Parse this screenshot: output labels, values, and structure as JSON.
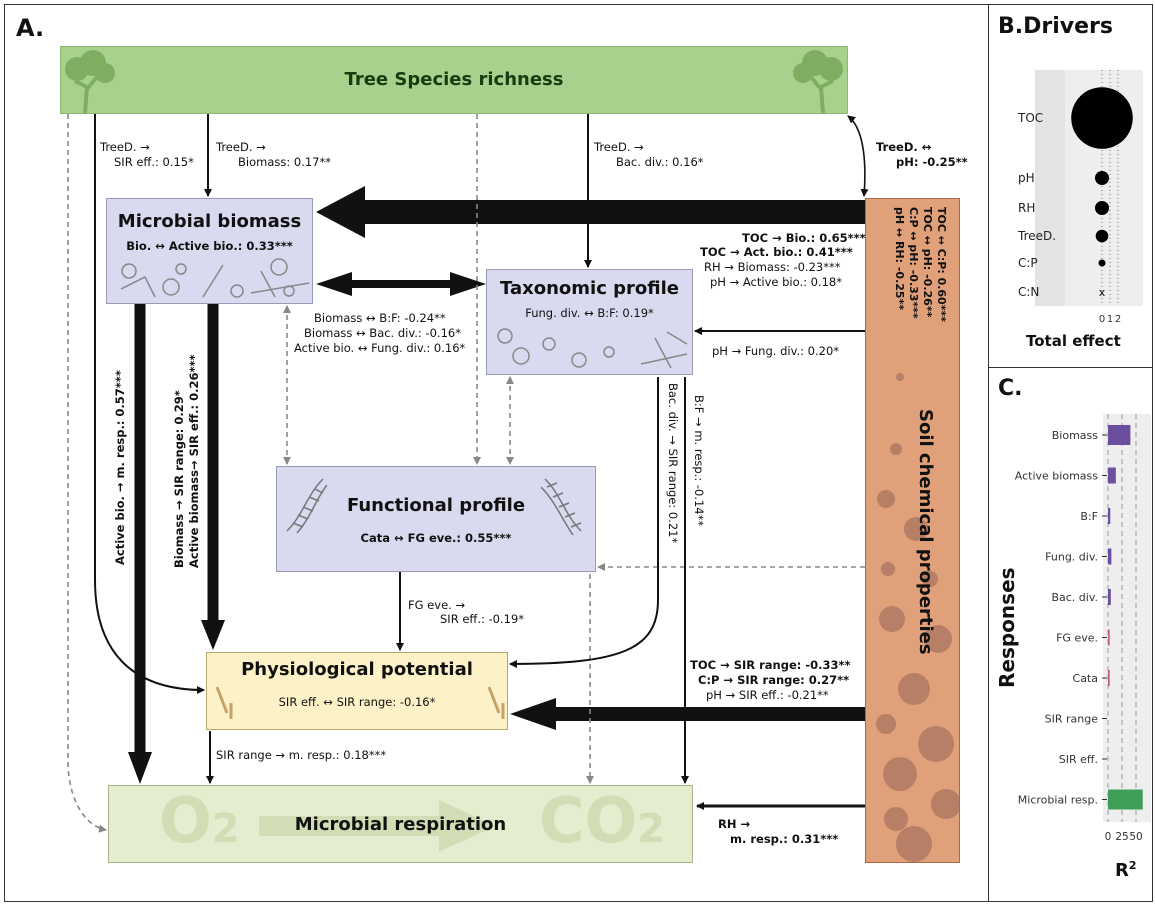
{
  "panels": {
    "a_label": "A.",
    "b_label": "B.Drivers",
    "c_label": "C."
  },
  "nodes": {
    "tree": "Tree Species richness",
    "biomass_title": "Microbial biomass",
    "biomass_sub": "Bio. ↔ Active bio.: 0.33***",
    "taxo_title": "Taxonomic profile",
    "taxo_sub": "Fung. div. ↔ B:F: 0.19*",
    "func_title": "Functional profile",
    "func_sub": "Cata ↔ FG eve.: 0.55***",
    "phys_title": "Physiological potential",
    "phys_sub": "SIR eff. ↔ SIR range: -0.16*",
    "resp_title": "Microbial respiration",
    "resp_o2": "O",
    "resp_o2_sub": "2",
    "resp_co2": "CO",
    "resp_co2_sub": "2",
    "soil": "Soil chemical properties"
  },
  "edges": {
    "tree_sir_1": "TreeD. →",
    "tree_sir_2": "SIR eff.: 0.15*",
    "tree_bio_1": "TreeD. →",
    "tree_bio_2": "Biomass: 0.17**",
    "tree_bac_1": "TreeD. →",
    "tree_bac_2": "Bac. div.: 0.16*",
    "tree_ph_1": "TreeD. ↔",
    "tree_ph_2": "pH: -0.25**",
    "soil_bio_1": "TOC → Bio.: 0.65***",
    "soil_bio_2": "TOC → Act. bio.: 0.41***",
    "soil_bio_3": "RH → Biomass: -0.23***",
    "soil_bio_4": "pH → Active bio.: 0.18*",
    "bio_tax_1": "Biomass ↔ B:F: -0.24**",
    "bio_tax_2": "Biomass ↔ Bac. div.: -0.16*",
    "bio_tax_3": "Active bio.  ↔ Fung. div.: 0.16*",
    "soil_fung": "pH → Fung. div.: 0.20*",
    "act_resp": "Active bio. → m. resp.: 0.57***",
    "bio_sir_1": "Biomass → SIR range: 0.29*",
    "bio_sir_2": "Active biomass→ SIR eff.: 0.26***",
    "bac_sir": "Bac. div. → SIR range: 0.21*",
    "bf_resp": "B:F → m. resp.: -0.14**",
    "soil_cor_1": "TOC ↔ C:P: 0.60***",
    "soil_cor_2": "TOC ↔ pH: -0.26**",
    "soil_cor_3": "C:P ↔ pH: -0.33***",
    "soil_cor_4": "pH ↔ RH: -0.25**",
    "fg_sir_1": "FG eve. →",
    "fg_sir_2": "SIR eff.: -0.19*",
    "soil_phys_1": "TOC → SIR range: -0.33**",
    "soil_phys_2": "C:P → SIR range: 0.27**",
    "soil_phys_3": "pH → SIR eff.: -0.21**",
    "sir_resp": "SIR range → m. resp.: 0.18***",
    "rh_resp_1": "RH →",
    "rh_resp_2": "m. resp.: 0.31***"
  },
  "drivers": {
    "xlabel": "Total effect",
    "ticks": [
      "0",
      "1",
      "2"
    ],
    "rows": [
      {
        "name": "TOC",
        "value": 2.2
      },
      {
        "name": "pH",
        "value": 0.5
      },
      {
        "name": "RH",
        "value": 0.5
      },
      {
        "name": "TreeD.",
        "value": 0.45
      },
      {
        "name": "C:P",
        "value": 0.25
      },
      {
        "name": "C:N",
        "value": 0,
        "marker": "x"
      }
    ]
  },
  "responses": {
    "ylabel": "Responses",
    "xlabel_main": "R",
    "xlabel_sup": "2",
    "ticks": [
      "0",
      "25",
      "50"
    ],
    "rows": [
      {
        "name": "Biomass",
        "value": 40,
        "color": "#6b4f9e"
      },
      {
        "name": "Active biomass",
        "value": 14,
        "color": "#6b4f9e"
      },
      {
        "name": "B:F",
        "value": 4,
        "color": "#6b4f9e"
      },
      {
        "name": "Fung. div.",
        "value": 6,
        "color": "#6b4f9e"
      },
      {
        "name": "Bac. div.",
        "value": 5,
        "color": "#6b4f9e"
      },
      {
        "name": "FG eve.",
        "value": 3,
        "color": "#c25b87"
      },
      {
        "name": "Cata",
        "value": 3,
        "color": "#c25b87"
      },
      {
        "name": "SIR range",
        "value": 0,
        "color": "#e9a23b"
      },
      {
        "name": "SIR eff.",
        "value": 0,
        "color": "#e9a23b"
      },
      {
        "name": "Microbial resp.",
        "value": 62,
        "color": "#3f9e57"
      }
    ]
  },
  "colors": {
    "tree": "#a9d18e",
    "micro": "#d9d9ef",
    "phys": "#fdf1c8",
    "resp": "#e4edcf",
    "soil": "#e0a07a",
    "soil_dots": "#9c6f5a"
  }
}
